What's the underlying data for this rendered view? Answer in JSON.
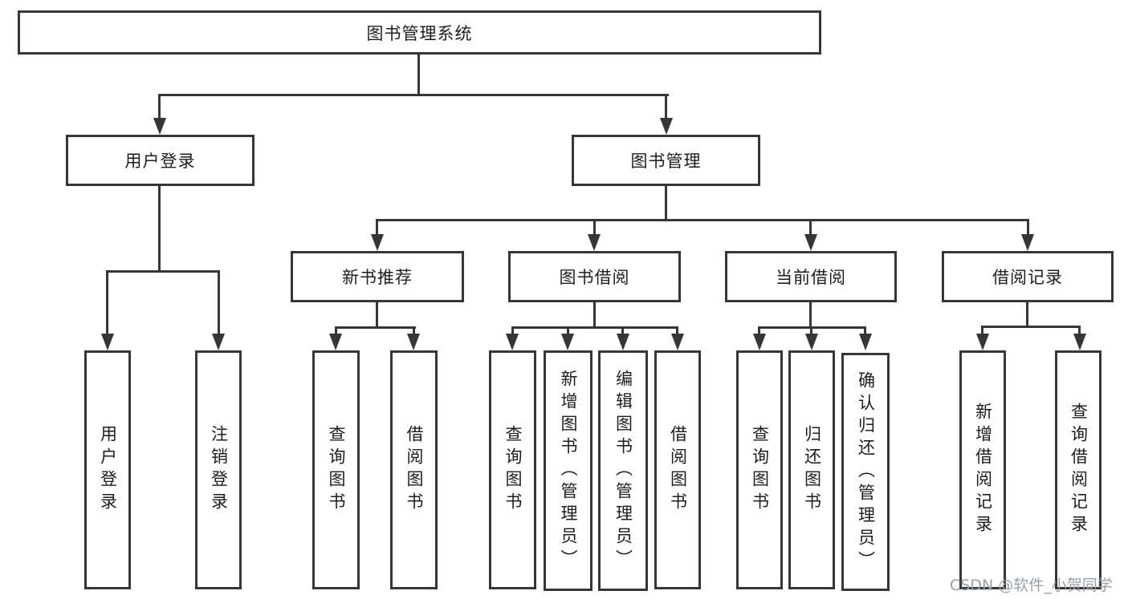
{
  "tree": {
    "root": {
      "label": "图书管理系统"
    },
    "children": [
      {
        "label": "用户登录",
        "children": [
          {
            "label": "用户登录"
          },
          {
            "label": "注销登录"
          }
        ]
      },
      {
        "label": "图书管理",
        "children": [
          {
            "label": "新书推荐",
            "children": [
              {
                "label": "查询图书"
              },
              {
                "label": "借阅图书"
              }
            ]
          },
          {
            "label": "图书借阅",
            "children": [
              {
                "label": "查询图书"
              },
              {
                "label": "新增图书（管理员）"
              },
              {
                "label": "编辑图书（管理员）"
              },
              {
                "label": "借阅图书"
              }
            ]
          },
          {
            "label": "当前借阅",
            "children": [
              {
                "label": "查询图书"
              },
              {
                "label": "归还图书"
              },
              {
                "label": "确认归还（管理员）"
              }
            ]
          },
          {
            "label": "借阅记录",
            "children": [
              {
                "label": "新增借阅记录"
              },
              {
                "label": "查询借阅记录"
              }
            ]
          }
        ]
      }
    ]
  },
  "watermark": "CSDN @软件_小贺同学",
  "colors": {
    "line": "#363636",
    "text": "#1d1d1f",
    "watermark": "#9aa0a6",
    "background": "#ffffff"
  }
}
